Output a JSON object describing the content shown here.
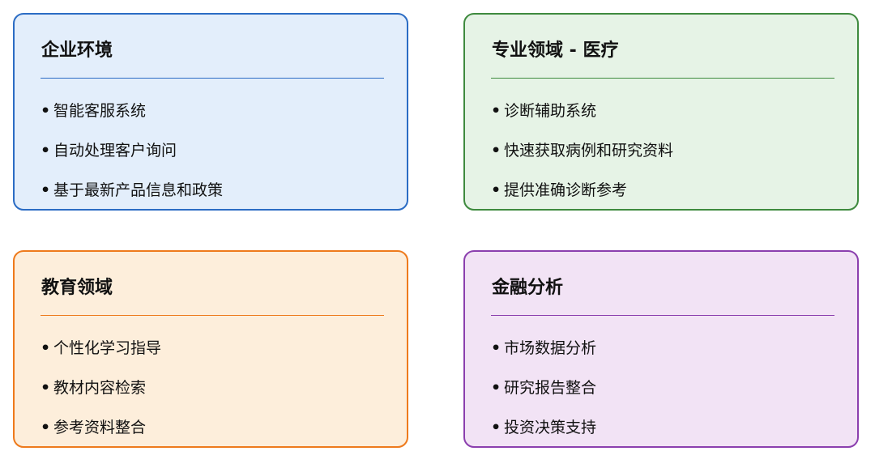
{
  "cards": [
    {
      "title": "企业环境",
      "border_color": "#2b6cc4",
      "bg_color": "#e3eefb",
      "rule_color": "#2b6cc4",
      "items": [
        "智能客服系统",
        "自动处理客户询问",
        "基于最新产品信息和政策"
      ]
    },
    {
      "title": "专业领域 - 医疗",
      "border_color": "#3e8a3e",
      "bg_color": "#e6f3e6",
      "rule_color": "#3e8a3e",
      "items": [
        "诊断辅助系统",
        "快速获取病例和研究资料",
        "提供准确诊断参考"
      ]
    },
    {
      "title": "教育领域",
      "border_color": "#ee7a1c",
      "bg_color": "#fdeedb",
      "rule_color": "#ee7a1c",
      "items": [
        "个性化学习指导",
        "教材内容检索",
        "参考资料整合"
      ]
    },
    {
      "title": "金融分析",
      "border_color": "#8b3fae",
      "bg_color": "#f2e3f5",
      "rule_color": "#8b3fae",
      "items": [
        "市场数据分析",
        "研究报告整合",
        "投资决策支持"
      ]
    }
  ],
  "bullet_symbol": "•"
}
